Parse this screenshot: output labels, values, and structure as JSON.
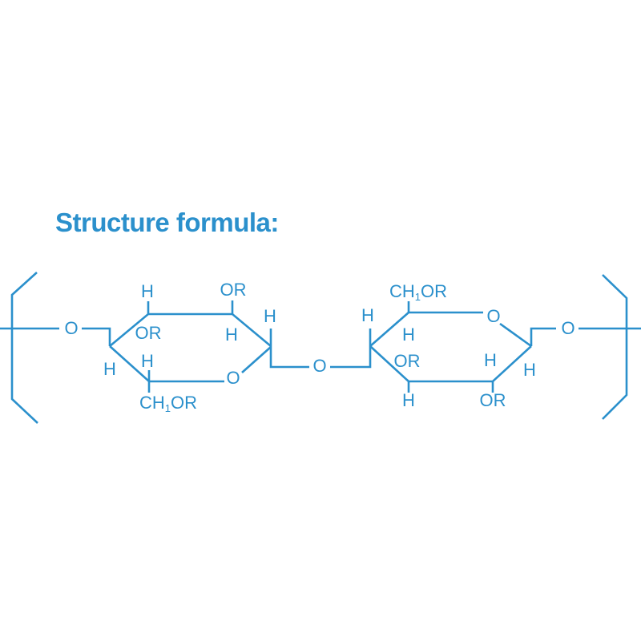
{
  "title": "Structure formula:",
  "colors": {
    "accent": "#2b90cc",
    "background": "#ffffff"
  },
  "diagram": {
    "type": "chemical-structure",
    "atom_labels": {
      "hydrogen": "H",
      "oxygen": "O",
      "or_group": "OR",
      "ch_or_group": {
        "pre": "CH",
        "sub": "1",
        "post": "OR"
      }
    }
  }
}
